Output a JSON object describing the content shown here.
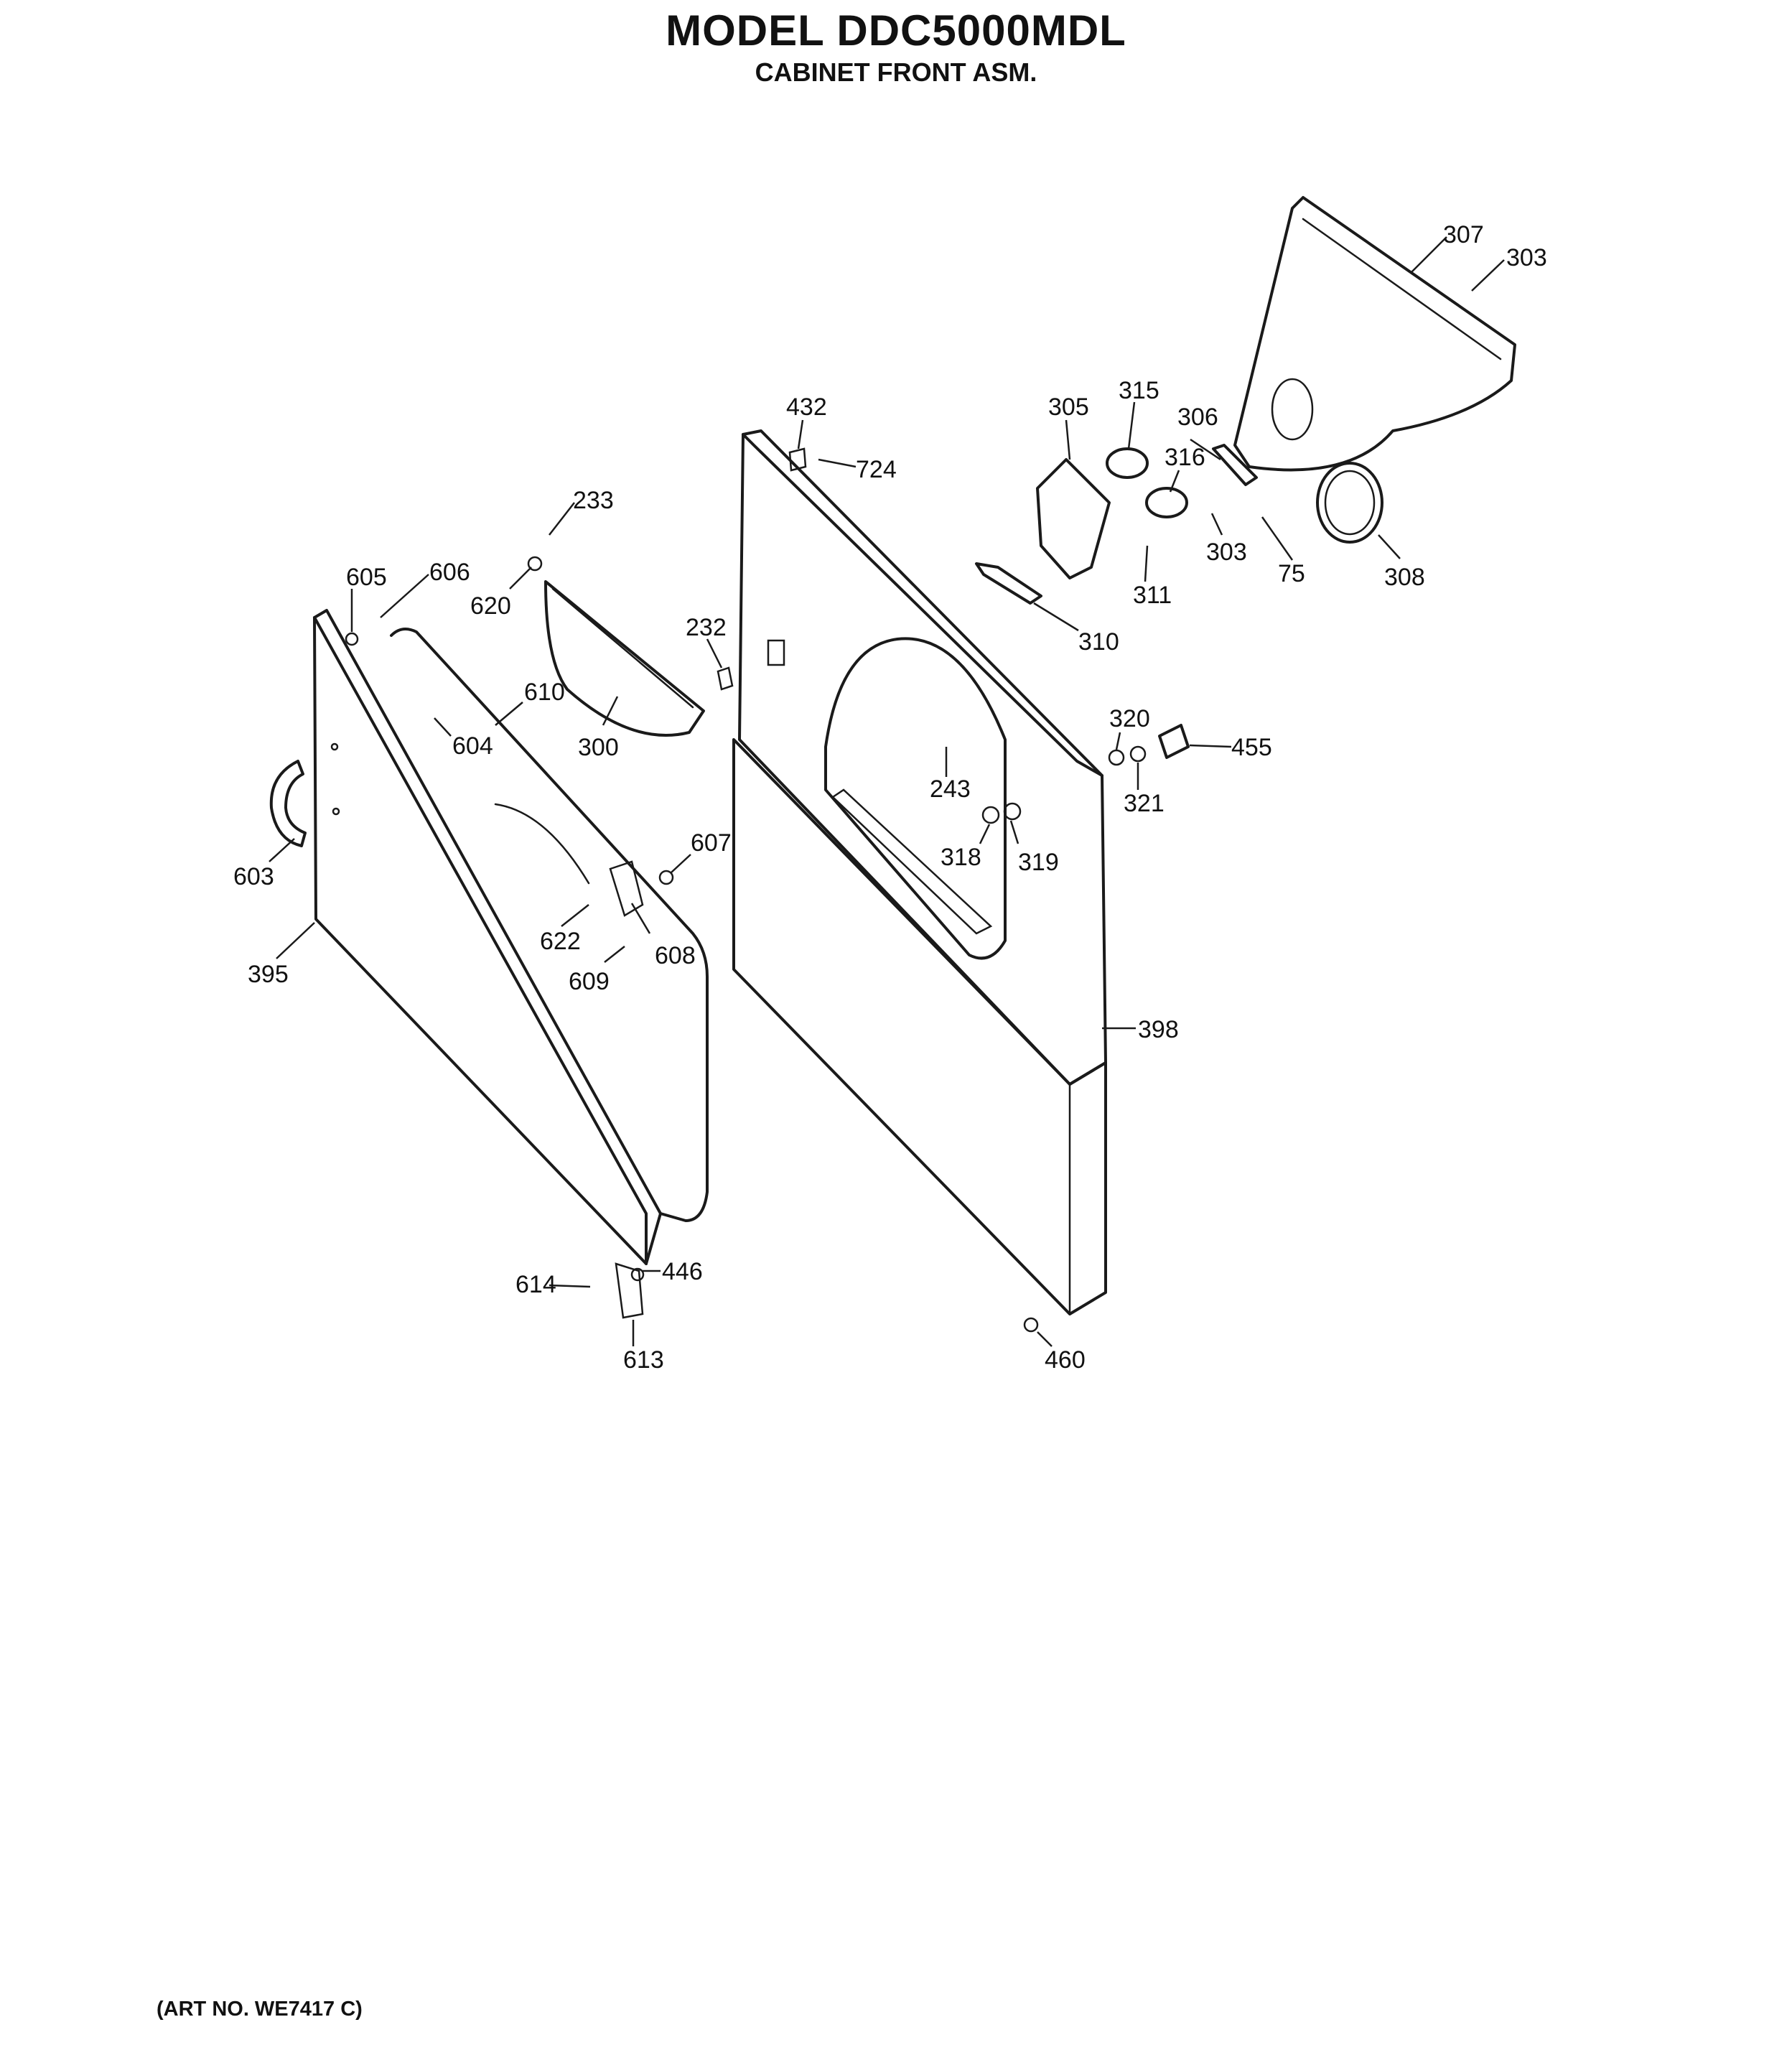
{
  "title": "MODEL DDC5000MDL",
  "subtitle": "CABINET FRONT ASM.",
  "art_number": "(ART NO. WE7417 C)",
  "callouts": [
    {
      "id": "c307",
      "text": "307"
    },
    {
      "id": "c303a",
      "text": "303"
    },
    {
      "id": "c432",
      "text": "432"
    },
    {
      "id": "c305",
      "text": "305"
    },
    {
      "id": "c315",
      "text": "315"
    },
    {
      "id": "c306",
      "text": "306"
    },
    {
      "id": "c724",
      "text": "724"
    },
    {
      "id": "c316",
      "text": "316"
    },
    {
      "id": "c233",
      "text": "233"
    },
    {
      "id": "c303b",
      "text": "303"
    },
    {
      "id": "c75",
      "text": "75"
    },
    {
      "id": "c308",
      "text": "308"
    },
    {
      "id": "c605",
      "text": "605"
    },
    {
      "id": "c606",
      "text": "606"
    },
    {
      "id": "c620",
      "text": "620"
    },
    {
      "id": "c311",
      "text": "311"
    },
    {
      "id": "c310",
      "text": "310"
    },
    {
      "id": "c232",
      "text": "232"
    },
    {
      "id": "c610",
      "text": "610"
    },
    {
      "id": "c320",
      "text": "320"
    },
    {
      "id": "c455",
      "text": "455"
    },
    {
      "id": "c604",
      "text": "604"
    },
    {
      "id": "c300",
      "text": "300"
    },
    {
      "id": "c243",
      "text": "243"
    },
    {
      "id": "c321",
      "text": "321"
    },
    {
      "id": "c607",
      "text": "607"
    },
    {
      "id": "c318",
      "text": "318"
    },
    {
      "id": "c319",
      "text": "319"
    },
    {
      "id": "c603",
      "text": "603"
    },
    {
      "id": "c622",
      "text": "622"
    },
    {
      "id": "c608",
      "text": "608"
    },
    {
      "id": "c395",
      "text": "395"
    },
    {
      "id": "c609",
      "text": "609"
    },
    {
      "id": "c398",
      "text": "398"
    },
    {
      "id": "c446",
      "text": "446"
    },
    {
      "id": "c614",
      "text": "614"
    },
    {
      "id": "c613",
      "text": "613"
    },
    {
      "id": "c460",
      "text": "460"
    }
  ]
}
